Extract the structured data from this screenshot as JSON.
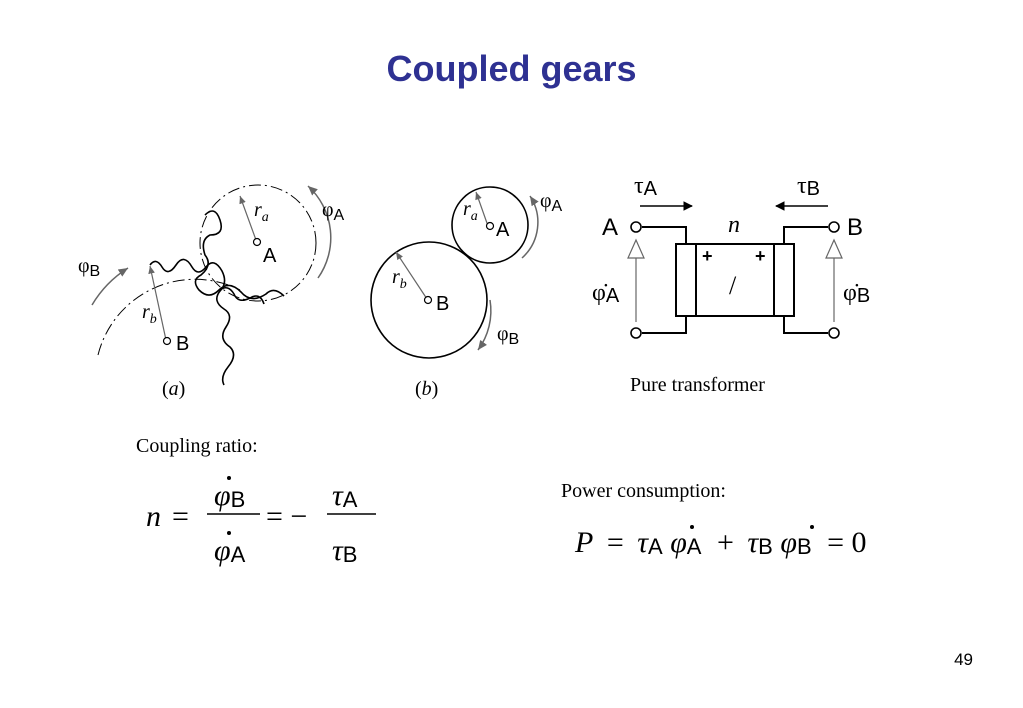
{
  "slide": {
    "title": "Coupled gears",
    "page_number": "49"
  },
  "diagram": {
    "gears_a": {
      "ra": "r",
      "ra_sub": "a",
      "rb": "r",
      "rb_sub": "b",
      "phi_a": "φ",
      "phi_a_sub": "A",
      "phi_b": "φ",
      "phi_b_sub": "B",
      "point_a": "A",
      "point_b": "B",
      "caption_open": "(",
      "caption_letter": "a",
      "caption_close": ")"
    },
    "gears_b": {
      "ra": "r",
      "ra_sub": "a",
      "rb": "r",
      "rb_sub": "b",
      "phi_a": "φ",
      "phi_a_sub": "A",
      "phi_b": "φ",
      "phi_b_sub": "B",
      "point_a": "A",
      "point_b": "B",
      "caption_open": "(",
      "caption_letter": "b",
      "caption_close": ")"
    },
    "transformer": {
      "tau_a": "τ",
      "tau_a_sub": "A",
      "tau_b": "τ",
      "tau_b_sub": "B",
      "port_a": "A",
      "port_b": "B",
      "ratio": "n",
      "plus_left": "+",
      "plus_right": "+",
      "slash": "/",
      "phidot_a": "φ̇",
      "phidot_a_sub": "A",
      "phidot_b": "φ̇",
      "phidot_b_sub": "B",
      "caption": "Pure transformer"
    }
  },
  "formulas": {
    "coupling": {
      "label": "Coupling ratio:",
      "n": "n",
      "eq1": "=",
      "num_symbol": "φ",
      "num_sub": "B",
      "den_symbol": "φ",
      "den_sub": "A",
      "eq2": "= −",
      "num2_symbol": "τ",
      "num2_sub": "A",
      "den2_symbol": "τ",
      "den2_sub": "B"
    },
    "power": {
      "label": "Power consumption:",
      "p": "P",
      "eq": "=",
      "t1_tau": "τ",
      "t1_tau_sub": "A",
      "t1_phi": "φ",
      "t1_phi_sub": "A",
      "plus": "+",
      "t2_tau": "τ",
      "t2_tau_sub": "B",
      "t2_phi": "φ",
      "t2_phi_sub": "B",
      "eq_zero": "= 0"
    }
  }
}
